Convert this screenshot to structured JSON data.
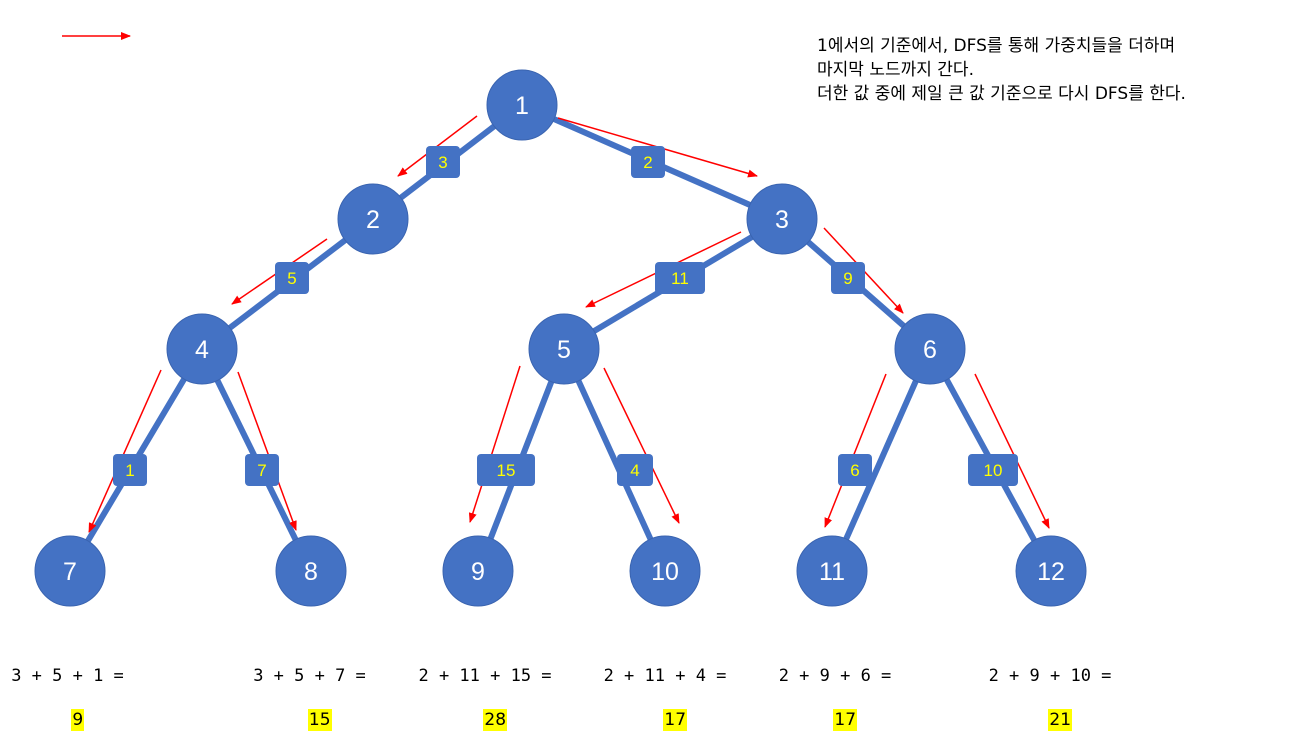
{
  "legend_arrow": "red-arrow",
  "description_lines": [
    "1에서의 기준에서, DFS를 통해 가중치들을 더하며",
    "마지막 노드까지 간다.",
    "더한 값 중에 제일 큰 값 기준으로 다시 DFS를 한다."
  ],
  "colors": {
    "node_fill": "#4472C4",
    "edge": "#4472C4",
    "weight_text": "#FFFF00",
    "arrow": "#FF0000",
    "highlight": "#FFFF00"
  },
  "nodes": [
    {
      "id": "1"
    },
    {
      "id": "2"
    },
    {
      "id": "3"
    },
    {
      "id": "4"
    },
    {
      "id": "5"
    },
    {
      "id": "6"
    },
    {
      "id": "7"
    },
    {
      "id": "8"
    },
    {
      "id": "9"
    },
    {
      "id": "10"
    },
    {
      "id": "11"
    },
    {
      "id": "12"
    }
  ],
  "edges": [
    {
      "from": "1",
      "to": "2",
      "weight": "3"
    },
    {
      "from": "1",
      "to": "3",
      "weight": "2"
    },
    {
      "from": "2",
      "to": "4",
      "weight": "5"
    },
    {
      "from": "3",
      "to": "5",
      "weight": "11"
    },
    {
      "from": "3",
      "to": "6",
      "weight": "9"
    },
    {
      "from": "4",
      "to": "7",
      "weight": "1"
    },
    {
      "from": "4",
      "to": "8",
      "weight": "7"
    },
    {
      "from": "5",
      "to": "9",
      "weight": "15"
    },
    {
      "from": "5",
      "to": "10",
      "weight": "4"
    },
    {
      "from": "6",
      "to": "11",
      "weight": "6"
    },
    {
      "from": "6",
      "to": "12",
      "weight": "10"
    }
  ],
  "path_sums": [
    {
      "leaf": "7",
      "expression": "3 + 5 + 1 =",
      "total": "9"
    },
    {
      "leaf": "8",
      "expression": "3 + 5 + 7 =",
      "total": "15"
    },
    {
      "leaf": "9",
      "expression": "2 + 11 + 15 =",
      "total": "28"
    },
    {
      "leaf": "10",
      "expression": "2 + 11 + 4 =",
      "total": "17"
    },
    {
      "leaf": "11",
      "expression": "2 + 9 + 6 =",
      "total": "17"
    },
    {
      "leaf": "12",
      "expression": "2 + 9 + 10 =",
      "total": "21"
    }
  ]
}
